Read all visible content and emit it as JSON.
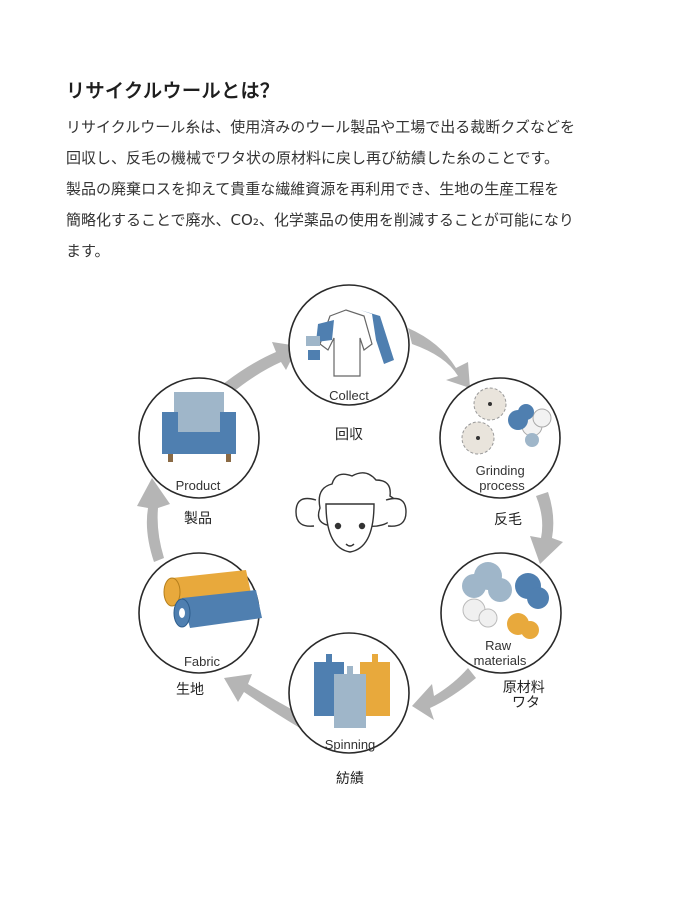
{
  "intro": {
    "title": "リサイクルウールとは？",
    "lines": [
      "リサイクルウール糸は、使用済みのウール製品や工場で出る裁断クズなどを",
      "回収し、反毛の機械でワタ状の原材料に戻し再び紡績した糸のことです。",
      "製品の廃棄ロスを抑えて貴重な繊維資源を再利用でき、生地の生産工程を",
      "簡略化することで廃水、CO₂、化学薬品の使用を削減することが可能になり",
      "ます。"
    ]
  },
  "cycle": {
    "nodes": [
      {
        "id": "collect",
        "en": "Collect",
        "jp": "回収"
      },
      {
        "id": "grinding",
        "en": "Grinding|process",
        "jp": "反毛"
      },
      {
        "id": "raw",
        "en": "Raw|materials",
        "jp": "原材料|ワタ"
      },
      {
        "id": "spinning",
        "en": "Spinning",
        "jp": "紡績"
      },
      {
        "id": "fabric",
        "en": "Fabric",
        "jp": "生地"
      },
      {
        "id": "product",
        "en": "Product",
        "jp": "製品"
      }
    ]
  },
  "colors": {
    "arrow": "#b5b5b5",
    "circle_stroke": "#2a2a2a",
    "blue": "#4f7fb0",
    "light_blue": "#9fb6c9",
    "orange": "#e8a93c",
    "gear": "#e9e4dc"
  }
}
